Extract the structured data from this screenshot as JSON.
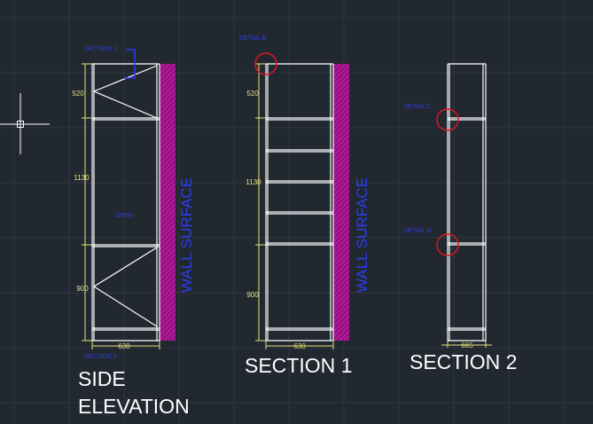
{
  "views": {
    "side_elevation": {
      "title_line1": "SIDE",
      "title_line2": "ELEVATION",
      "dim_top": "520",
      "dim_mid": "1130",
      "dim_bottom": "900",
      "dim_width": "630",
      "label_open": "OPEN",
      "label_section_top": "SECTION 1",
      "label_section_bottom": "SECTION 2",
      "wall_label": "WALL SURFACE"
    },
    "section_1": {
      "title": "SECTION 1",
      "dim_top": "520",
      "dim_mid": "1130",
      "dim_bottom": "900",
      "dim_width": "630",
      "detail_label": "DETAIL B",
      "wall_label": "WALL SURFACE"
    },
    "section_2": {
      "title": "SECTION 2",
      "dim_width": "665",
      "detail_label_a": "DETAIL C",
      "detail_label_b": "DETAIL D"
    }
  },
  "colors": {
    "background": "#212830",
    "grid": "#2e3640",
    "line": "#ffffff",
    "dimension": "#e8e07a",
    "annotation": "#2b3df0",
    "detail_circle": "#e0141e",
    "wall_hatch": "#b01896"
  },
  "icons": {
    "cursor": "crosshair-cursor-icon"
  }
}
